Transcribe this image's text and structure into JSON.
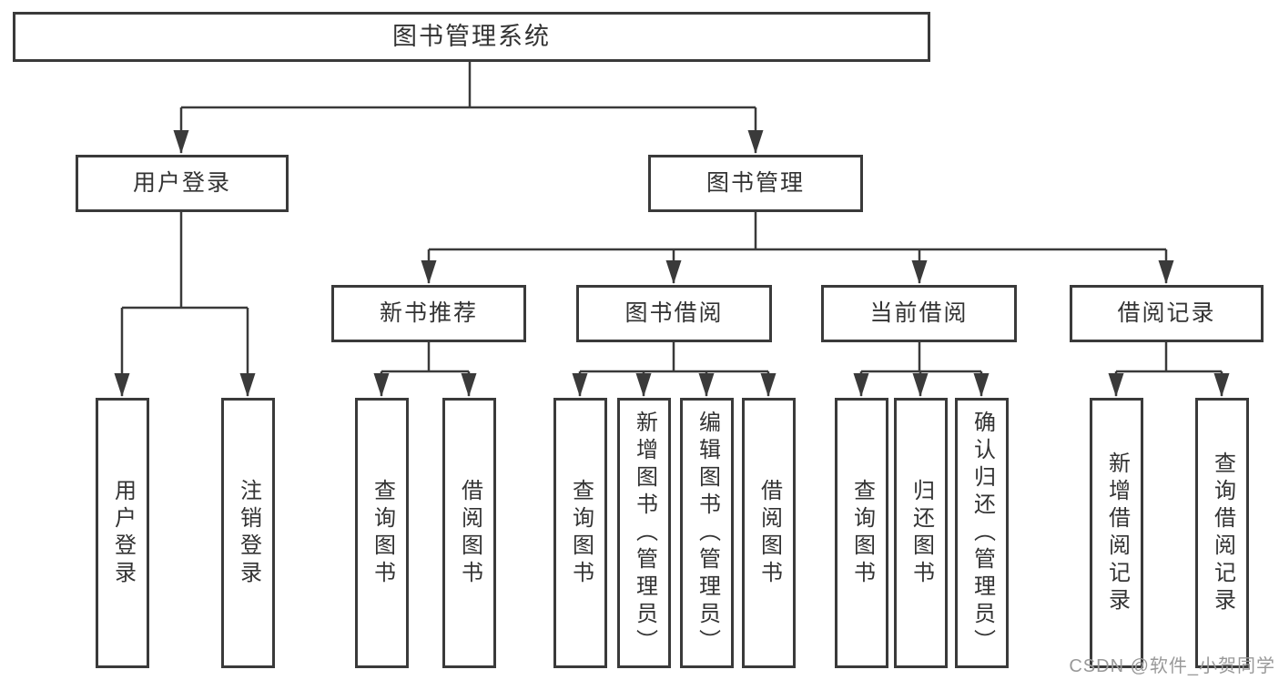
{
  "colors": {
    "line": "#3a3a3a",
    "box_border": "#3a3a3a",
    "box_background": "#ffffff",
    "text": "#333333",
    "watermark": "#999999",
    "page_background": "#ffffff"
  },
  "nodes": {
    "root": {
      "label": "图书管理系统"
    },
    "level2": [
      {
        "label": "用户登录"
      },
      {
        "label": "图书管理"
      }
    ],
    "level3": [
      {
        "label": "新书推荐"
      },
      {
        "label": "图书借阅"
      },
      {
        "label": "当前借阅"
      },
      {
        "label": "借阅记录"
      }
    ],
    "leaves": [
      {
        "label": "用户登录",
        "parent": "用户登录"
      },
      {
        "label": "注销登录",
        "parent": "用户登录"
      },
      {
        "label": "查询图书",
        "parent": "新书推荐"
      },
      {
        "label": "借阅图书",
        "parent": "新书推荐"
      },
      {
        "label": "查询图书",
        "parent": "图书借阅"
      },
      {
        "label": "新增图书（管理员）",
        "parent": "图书借阅"
      },
      {
        "label": "编辑图书（管理员）",
        "parent": "图书借阅"
      },
      {
        "label": "借阅图书",
        "parent": "图书借阅"
      },
      {
        "label": "查询图书",
        "parent": "当前借阅"
      },
      {
        "label": "归还图书",
        "parent": "当前借阅"
      },
      {
        "label": "确认归还（管理员）",
        "parent": "当前借阅"
      },
      {
        "label": "新增借阅记录",
        "parent": "借阅记录"
      },
      {
        "label": "查询借阅记录",
        "parent": "借阅记录"
      }
    ]
  },
  "hierarchy": {
    "图书管理系统": {
      "用户登录": [
        "用户登录",
        "注销登录"
      ],
      "图书管理": {
        "新书推荐": [
          "查询图书",
          "借阅图书"
        ],
        "图书借阅": [
          "查询图书",
          "新增图书（管理员）",
          "编辑图书（管理员）",
          "借阅图书"
        ],
        "当前借阅": [
          "查询图书",
          "归还图书",
          "确认归还（管理员）"
        ],
        "借阅记录": [
          "新增借阅记录",
          "查询借阅记录"
        ]
      }
    }
  },
  "watermark": {
    "text": "CSDN @软件_小贺同学"
  }
}
